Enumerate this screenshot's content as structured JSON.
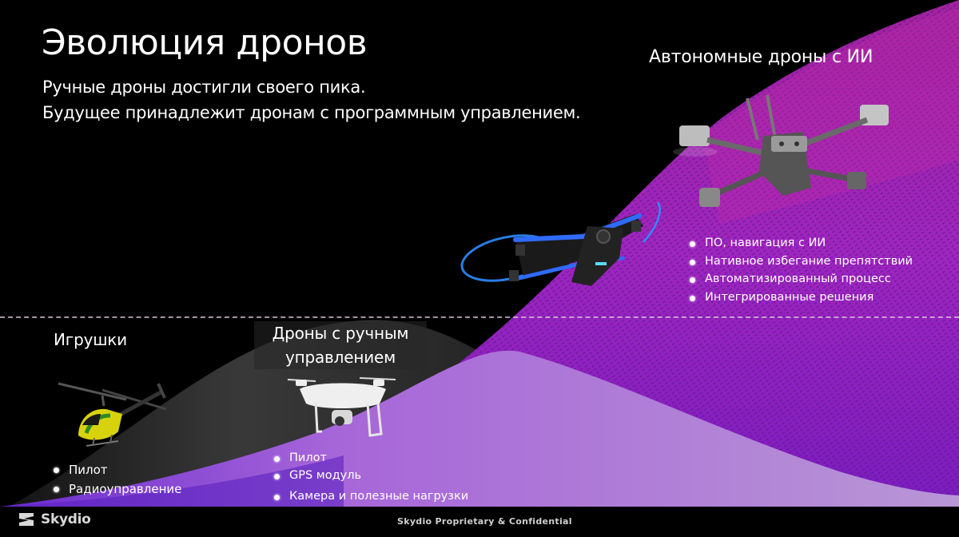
{
  "slide": {
    "title": "Эволюция дронов",
    "subtitle_lines": [
      "Ручные дроны достигли своего пика.",
      "Будущее принадлежит дронам с программным управлением."
    ]
  },
  "categories": {
    "toys": {
      "label": "Игрушки",
      "bullets": [
        "Пилот",
        "Радиоуправление"
      ],
      "icon": "toy-helicopter-icon"
    },
    "manual": {
      "label_lines": [
        "Дроны с ручным",
        "управлением"
      ],
      "bullets": [
        "Пилот",
        "GPS модуль",
        "Камера и полезные нагрузки"
      ],
      "icon": "white-quadcopter-icon"
    },
    "autonomous": {
      "label": "Автономные дроны с ИИ",
      "bullets": [
        "ПО, навигация с ИИ",
        "Нативное избегание препятствий",
        "Автоматизированный процесс",
        "Интегрированные решения"
      ],
      "icons": [
        "blue-skydio-drone-icon",
        "gray-skydio-x2-drone-icon"
      ]
    }
  },
  "footer": {
    "logo_text": "Skydio",
    "confidential": "Skydio Proprietary & Confidential"
  },
  "colors": {
    "background": "#000000",
    "gray_curve": "#3a3a3a",
    "purple_dark": "#7a1fb8",
    "purple_magenta": "#a322c4",
    "purple_light": "#b889d8",
    "dash_line": "#d9c4dc"
  }
}
